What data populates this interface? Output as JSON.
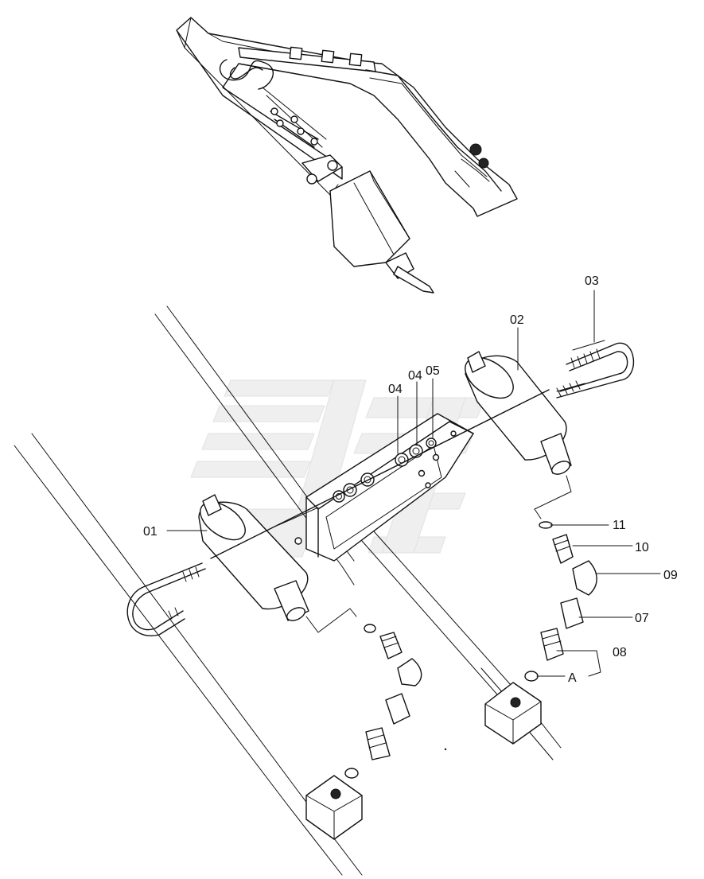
{
  "callouts": {
    "c01": "01",
    "c02": "02",
    "c03": "03",
    "c04a": "04",
    "c04b": "04",
    "c05": "05",
    "c07": "07",
    "c08": "08",
    "c09": "09",
    "c10": "10",
    "c11": "11",
    "cA": "A"
  }
}
